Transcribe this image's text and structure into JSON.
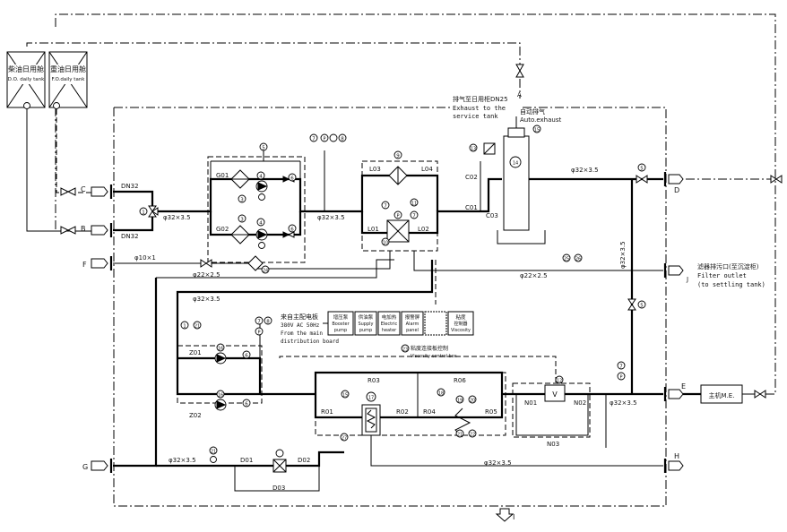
{
  "tanks": {
    "do_tank": {
      "cn": "柴油日用舱",
      "en": "D.O. daily tank"
    },
    "fo_tank": {
      "cn": "重油日用舱",
      "en": "F.O.daily tank"
    }
  },
  "ports": {
    "A": "A",
    "B": "B",
    "C": "C",
    "D": "D",
    "E": "E",
    "F": "F",
    "G": "G",
    "H": "H",
    "I": "I",
    "J": "J"
  },
  "exhaust": {
    "line1": "排气至日用柜DN25",
    "line2": "Exhaust to the",
    "line3": "service tank",
    "auto_cn": "自动排气",
    "auto_en": "Auto.exhaust"
  },
  "filter_outlet": {
    "cn": "滤器排污口(至沉淀柜)",
    "en1": "Filter outlet",
    "en2": "(to settling tank)"
  },
  "main_engine": "主机M.E.",
  "power_note": {
    "cn": "来自主配电板",
    "spec": "380V AC 50Hz",
    "en1": "From the main",
    "en2": "distribution board"
  },
  "control_panel": [
    {
      "cn": "增压泵",
      "en1": "Booster",
      "en2": "pump"
    },
    {
      "cn": "供油泵",
      "en1": "Supply",
      "en2": "pump"
    },
    {
      "cn": "电加热",
      "en1": "Electric",
      "en2": "heater"
    },
    {
      "cn": "报警屏",
      "en1": "Alarm",
      "en2": "panel"
    },
    {
      "cn": "",
      "en1": "",
      "en2": ""
    },
    {
      "cn": "粘度",
      "en1": "控制器",
      "en2": "Viscosity"
    }
  ],
  "viscosity_note": "粘度连接板控制",
  "viscosity_note_en": "Viscosity control box",
  "pipe_labels": {
    "dn32_top": "DN32",
    "dn32_bottom": "DN32",
    "phi32_left": "φ32×3.5",
    "phi32_mid": "φ32×3.5",
    "phi32_right": "φ32×3.5",
    "phi32_vert": "φ32×3.5",
    "phi32_loop": "φ32×3.5",
    "phi32_e": "φ32×3.5",
    "phi32_g": "φ32×3.5",
    "phi32_h": "φ32×3.5",
    "phi10": "φ10×1",
    "phi22_a": "φ22×2.5",
    "phi22_b": "φ22×2.5"
  },
  "components": {
    "G01": "G01",
    "G02": "G02",
    "L01": "L01",
    "L02": "L02",
    "L03": "L03",
    "L04": "L04",
    "C01": "C01",
    "C02": "C02",
    "C03": "C03",
    "Z01": "Z01",
    "Z02": "Z02",
    "R01": "R01",
    "R02": "R02",
    "R03": "R03",
    "R04": "R04",
    "R05": "R05",
    "R06": "R06",
    "N01": "N01",
    "N02": "N02",
    "N03": "N03",
    "D01": "D01",
    "D02": "D02",
    "D03": "D03",
    "V": "V"
  },
  "tags": [
    "1",
    "2",
    "3",
    "4",
    "5",
    "6",
    "7",
    "8",
    "9",
    "10",
    "11",
    "12",
    "13",
    "14",
    "15",
    "16",
    "17",
    "18",
    "19",
    "20",
    "21",
    "22",
    "23",
    "24",
    "25",
    "26",
    "27"
  ]
}
